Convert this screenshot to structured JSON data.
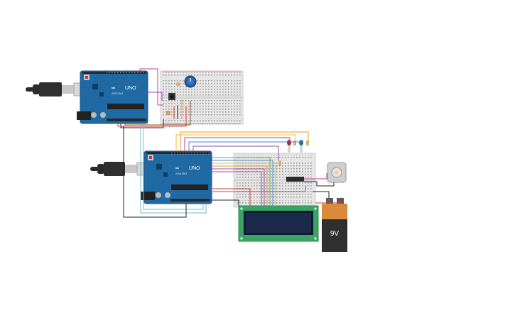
{
  "circuit": {
    "arduino_1": {
      "brand": "UNO",
      "sub_label": "ARDUINO"
    },
    "arduino_2": {
      "brand": "UNO",
      "sub_label": "ARDUINO"
    },
    "battery": {
      "label": "9V"
    },
    "colors": {
      "arduino_blue": "#1f6aa5",
      "arduino_dark": "#175584",
      "breadboard": "#e6e6e6",
      "lcd_green": "#3aa563",
      "lcd_screen": "#1b2a4a",
      "battery_copper": "#d98b3a",
      "battery_black": "#2f2f2f",
      "wire_magenta": "#c2418e",
      "wire_black": "#222222",
      "wire_teal": "#6fbfc9",
      "wire_orange": "#e8962b",
      "wire_yellow": "#e6c02a",
      "wire_green": "#5bb04e",
      "wire_purple": "#8a4fb0",
      "wire_red": "#d23b2e",
      "wire_blue": "#4a86c8",
      "wire_brown": "#8b5a2b"
    }
  }
}
